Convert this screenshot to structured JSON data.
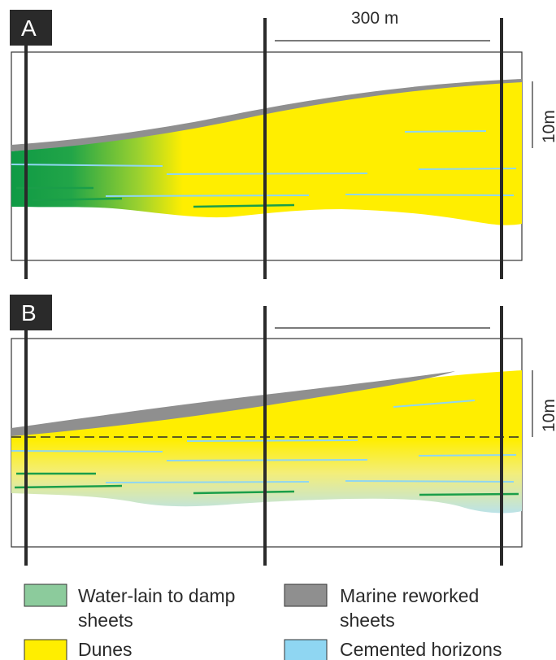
{
  "panels": [
    {
      "label": "A",
      "scale_horizontal": "300 m",
      "scale_vertical": "10m"
    },
    {
      "label": "B",
      "scale_horizontal": "",
      "scale_vertical": "10m"
    }
  ],
  "legend": [
    {
      "line1": "Water-lain to damp",
      "line2": "sheets",
      "color": "#8ccb9c"
    },
    {
      "line1": "Marine reworked",
      "line2": "sheets",
      "color": "#8f8f8f"
    },
    {
      "line1": "Dunes",
      "line2": "",
      "color": "#ffee00"
    },
    {
      "line1": "Cemented horizons",
      "line2": "",
      "color": "#8fd6f2"
    }
  ],
  "colors": {
    "dunes": "#ffee00",
    "damp_sheets": "#1aa04a",
    "marine_sheets": "#8f8f8f",
    "cemented": "#9fdcec",
    "frame": "#333333"
  }
}
